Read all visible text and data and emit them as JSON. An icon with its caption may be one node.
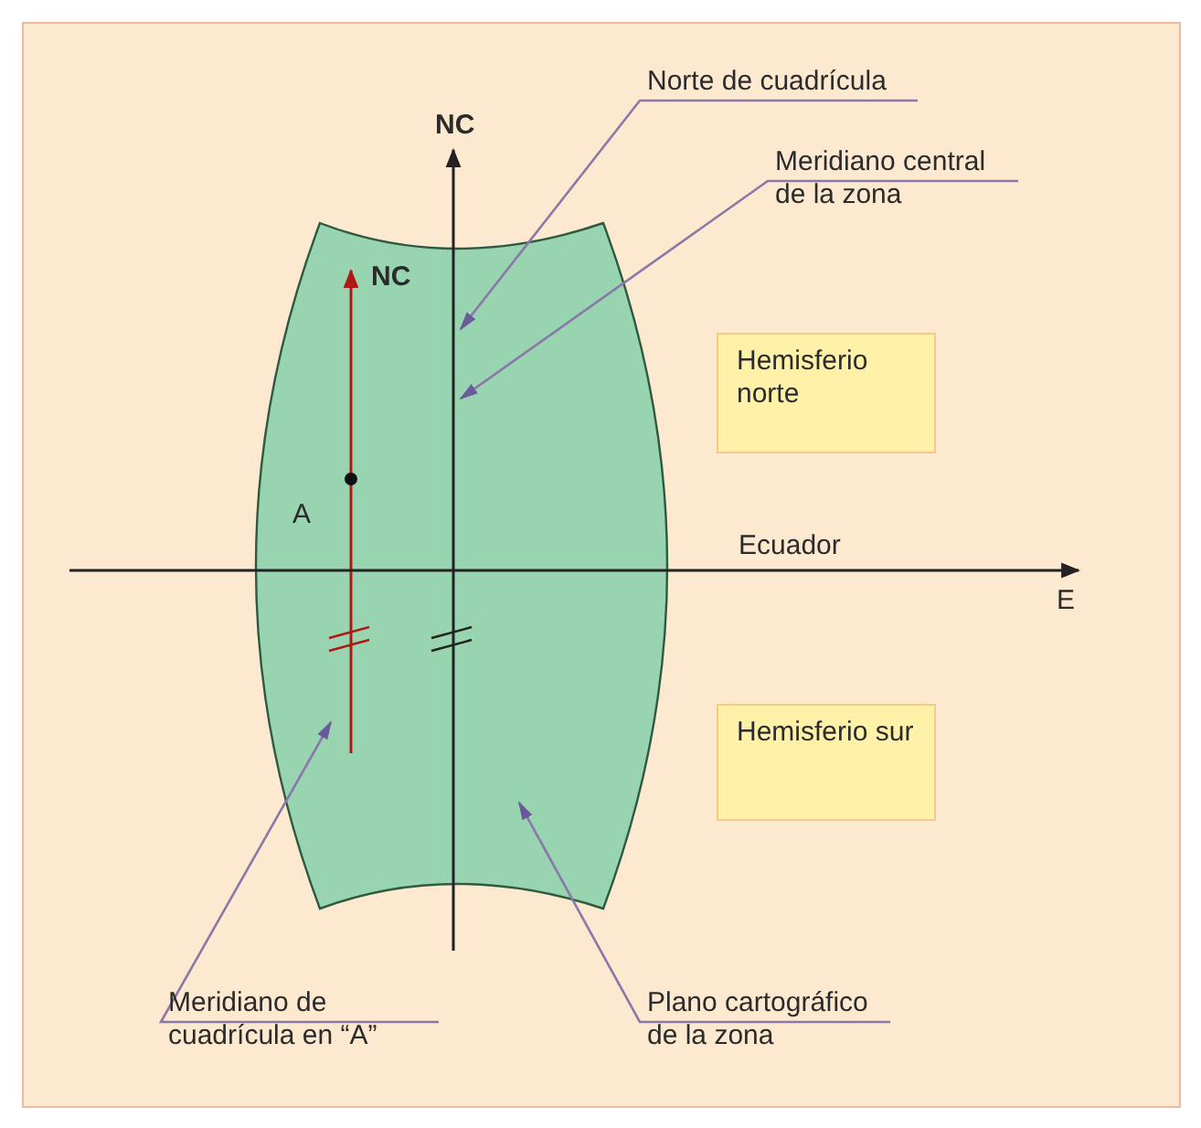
{
  "diagram": {
    "nodes": [
      {
        "text": [],
        "shape": "picture"
      },
      {
        "text": [
          "Norte de cuadrícula"
        ]
      },
      {
        "text": [
          "Meridiano central de la zona"
        ]
      },
      {
        "text": [
          "Hemisferio norte"
        ]
      },
      {
        "text": [
          "Hemisferio sur"
        ]
      },
      {
        "text": [
          "Meridiano de cuadrícula en “A”"
        ]
      },
      {
        "text": [
          "Plano cartográfico de la zona"
        ]
      }
    ],
    "edges": [
      {
        "from": 1,
        "to": 0,
        "arrow": "to"
      },
      {
        "from": 2,
        "to": 0,
        "arrow": "to"
      },
      {
        "from": 5,
        "to": 0,
        "arrow": "to"
      },
      {
        "from": 6,
        "to": 0,
        "arrow": "to"
      }
    ],
    "labels": [
      "NC",
      "NC",
      "A",
      "Ecuador",
      "E"
    ]
  }
}
